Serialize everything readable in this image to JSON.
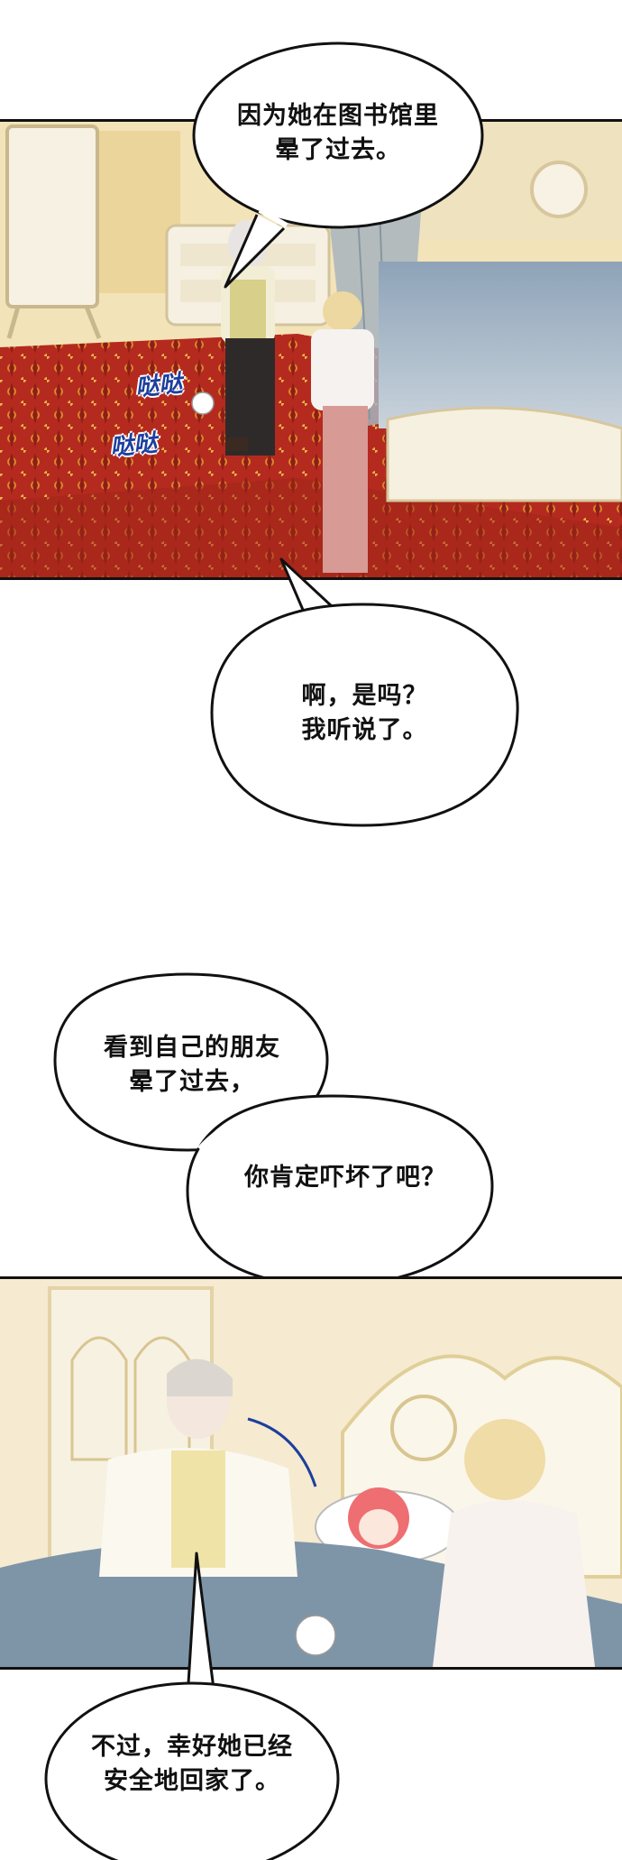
{
  "panel1": {
    "bubble": [
      "因为她在图书馆里",
      "晕了过去。"
    ],
    "sfx": [
      "哒哒",
      "哒哒"
    ]
  },
  "bubble2": [
    "啊，是吗？",
    "我听说了。"
  ],
  "bubble3": {
    "part1": [
      "看到自己的朋友",
      "晕了过去，"
    ],
    "part2": "你肯定吓坏了吧？"
  },
  "bubble4": [
    "不过，幸好她已经",
    "安全地回家了。"
  ],
  "colors": {
    "carpet": "#b52a1f",
    "wall": "#f3e3b8",
    "sfx_blue": "#1c3f9e",
    "blanket": "#7e95a8"
  }
}
